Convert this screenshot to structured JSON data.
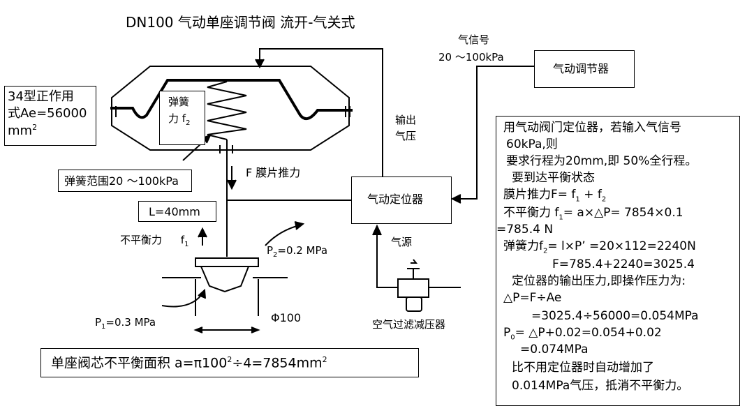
{
  "title": "DN100  气动单座调节阀   流开-气关式",
  "diaphragm_label": {
    "line1": "34型正作用",
    "line2a": "式Ae=56000",
    "line3a": "mm",
    "line3sup": "2"
  },
  "spring_label": {
    "line1": "弹簧",
    "line2a": "力 f",
    "line2sub": "2"
  },
  "spring_range": "弹簧范围20 ～100kPa",
  "thrust_label": "F 膜片推力",
  "stroke": "L=40mm",
  "unbalance": {
    "text": "不平衡力",
    "f": "f",
    "sub": "1"
  },
  "p2": {
    "p": "P",
    "sub": "2",
    "val": "=0.2 MPa"
  },
  "p1": {
    "p": "P",
    "sub": "1",
    "val": "=0.3 MPa"
  },
  "dia": "Φ100",
  "area_formula": {
    "a": "单座阀芯不平衡面积 a=π100",
    "sup1": "2",
    "b": "÷4=7854mm",
    "sup2": "2"
  },
  "signal": {
    "line1": "气信号",
    "line2": "20 ～100kPa"
  },
  "controller": "气动调节器",
  "output": {
    "line1": "输出",
    "line2": "气压"
  },
  "positioner": "气动定位器",
  "air_source": "气源",
  "filter": "空气过滤减压器",
  "calc": {
    "l1": "用气动阀门定位器，若输入气信号",
    "l2": "60kPa,则",
    "l3": "要求行程为20mm,即 50%全行程。",
    "l4": "要到达平衡状态",
    "l5": {
      "a": "膜片推力F= f",
      "s1": "1",
      "b": " + f",
      "s2": "2"
    },
    "l6": {
      "a": "不平衡力  f",
      "s1": "1",
      "b": "= a×△P= 7854×0.1"
    },
    "l7": "=785.4 N",
    "l8": {
      "a": "弹簧力f",
      "s1": "2",
      "b": "= l×P’ =20×112=2240N"
    },
    "l9": "F=785.4+2240=3025.4",
    "l10": "定位器的输出压力,即操作压力为:",
    "l11": "△P=F÷Ae",
    "l12": "=3025.4÷56000=0.054MPa",
    "l13": {
      "a": "P",
      "s1": "0",
      "b": "= △P+0.02=0.054+0.02"
    },
    "l14": "=0.074MPa",
    "l15": "比不用定位器时自动增加了",
    "l16": "0.014MPa气压，抵消不平衡力。"
  }
}
